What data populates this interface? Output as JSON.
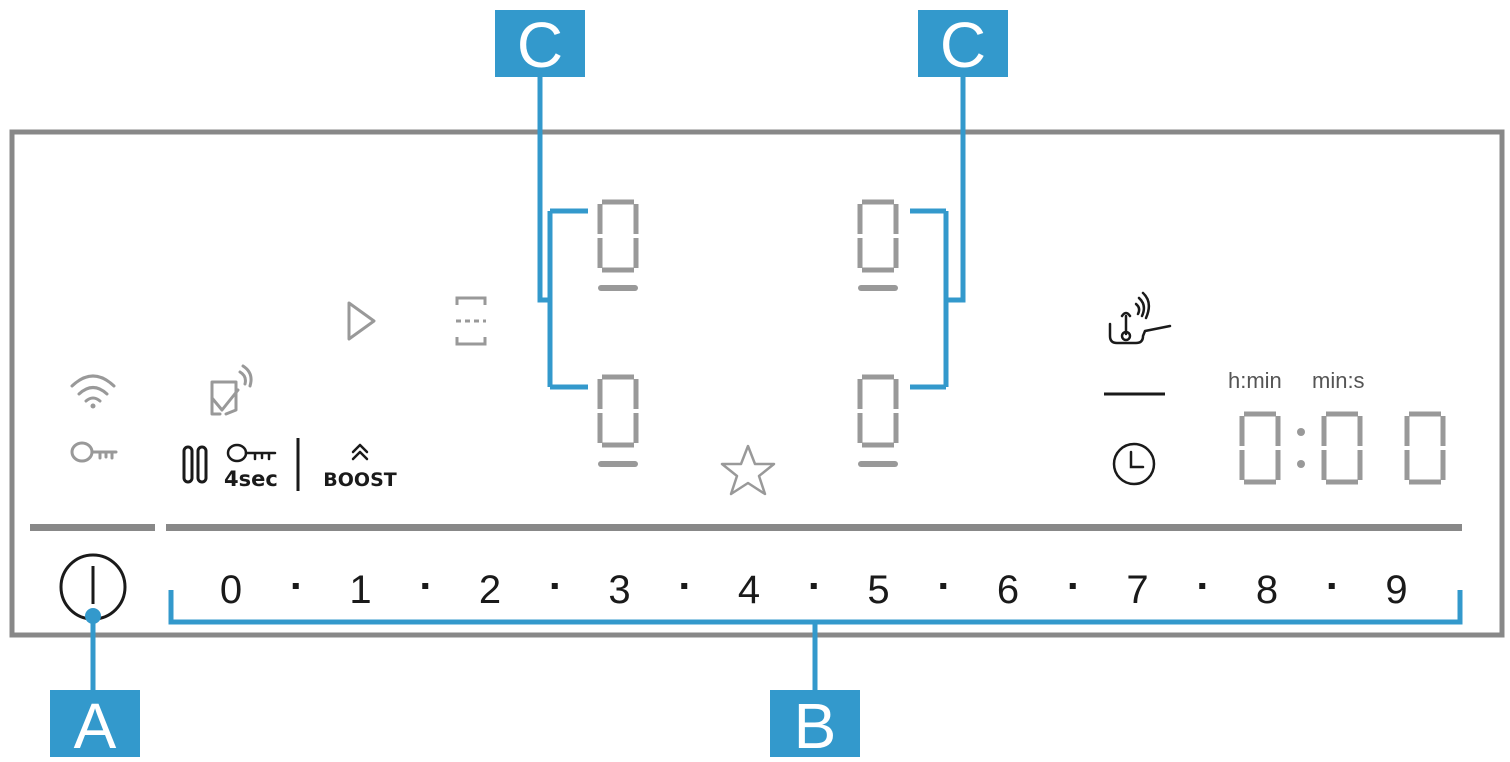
{
  "callouts": {
    "power": "A",
    "slider": "B",
    "zones_left": "C",
    "zones_right": "C"
  },
  "power_slider": {
    "levels": [
      "0",
      "1",
      "2",
      "3",
      "4",
      "5",
      "6",
      "7",
      "8",
      "9"
    ]
  },
  "childlock": {
    "duration": "4sec"
  },
  "boost": {
    "label": "BOOST"
  },
  "cooking_zones": {
    "top_left": "0",
    "bottom_left": "0",
    "top_right": "0",
    "bottom_right": "0"
  },
  "timer": {
    "unit_hours": "h:min",
    "unit_seconds": "min:s",
    "digit_1": "0",
    "digit_2": "0",
    "digit_3": "0"
  },
  "colors": {
    "callout": "#3399cc",
    "frame": "#888888",
    "segments": "#999999",
    "ink": "#1a1a1a"
  }
}
